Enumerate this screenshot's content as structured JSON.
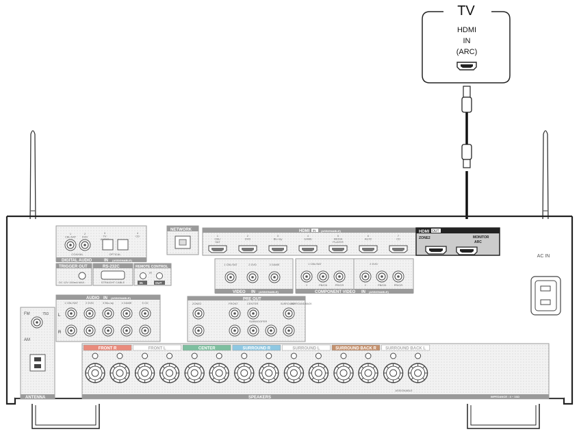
{
  "tv": {
    "title": "TV",
    "port_line1": "HDMI",
    "port_line2": "IN",
    "port_line3": "(ARC)"
  },
  "receiver": {
    "network": "NETWORK",
    "hdmi_in_header": "HDMI",
    "hdmi_in_tag": "IN",
    "hdmi_in_assignable": "(ASSIGNABLE)",
    "hdmi_inputs": [
      "1\nCBL/\nSAT",
      "2\nDVD",
      "3\nBlu-ray",
      "4\nGAME",
      "5\nMEDIA\nPLAYER",
      "6\nAUX2",
      "7\nCD"
    ],
    "hdmi_out_header": "HDMI",
    "hdmi_out_tag": "OUT",
    "zone2": "ZONE2",
    "monitor": "MONITOR",
    "arc": "ARC",
    "digital_audio": "DIGITAL AUDIO",
    "digital_audio_tag": "IN",
    "digital_audio_assignable": "(ASSIGNABLE)",
    "coaxial": "COAXIAL",
    "optical": "OPTICAL",
    "dig_labels": [
      "1\nCBL/SAT",
      "2\nDVD",
      "3\nTV\nAUDIO",
      "4\nCD"
    ],
    "trigger_out": "TRIGGER OUT",
    "trigger_sub": "DC 12V 150mA MAX.",
    "rs232c": "RS-232C",
    "straight_cable": "STRAIGHT CABLE",
    "remote_control": "REMOTE CONTROL",
    "remote_ir": "IR",
    "remote_in": "IN",
    "remote_out": "OUT",
    "video": "VIDEO",
    "video_tag": "IN",
    "video_assignable": "(ASSIGNABLE)",
    "video_labels": [
      "1 CBL/SAT",
      "2 DVD",
      "3 GAME"
    ],
    "component_video": "COMPONENT VIDEO",
    "component_tag": "IN",
    "component_assignable": "(ASSIGNABLE)",
    "component_labels": [
      "1 CBL/SAT",
      "2 DVD"
    ],
    "component_sub": [
      "Y",
      "PB/CB",
      "PR/CR"
    ],
    "audio": "AUDIO",
    "audio_tag": "IN",
    "audio_assignable": "(ASSIGNABLE)",
    "audio_labels": [
      "1 CBL/SAT",
      "2 DVD",
      "3 Blu-ray",
      "4 GAME",
      "5 CD"
    ],
    "pre_out": "PRE OUT",
    "pre_out_labels": [
      "ZONE2",
      "FRONT",
      "CENTER",
      "SURROUND",
      "SURROUND BACK"
    ],
    "subwoofer": "SUBWOOFER",
    "ac_in": "AC IN",
    "antenna": "ANTENNA",
    "fm": "FM",
    "fm_ohm": "75Ω",
    "am": "AM",
    "speakers": "SPEAKERS",
    "assignable": "ASSIGNABLE",
    "impedance": "IMPEDANCE : 4 ~ 16Ω",
    "speaker_groups": [
      {
        "label": "FRONT",
        "side": "R",
        "color": "#e98b7c"
      },
      {
        "label": "FRONT",
        "side": "L",
        "color": "#ffffff"
      },
      {
        "label": "CENTER",
        "side": "",
        "color": "#7dbf9f"
      },
      {
        "label": "SURROUND",
        "side": "R",
        "color": "#8ec8e2"
      },
      {
        "label": "SURROUND",
        "side": "L",
        "color": "#ffffff"
      },
      {
        "label": "SURROUND BACK",
        "side": "R",
        "color": "#c4906c"
      },
      {
        "label": "SURROUND BACK",
        "side": "L",
        "color": "#ffffff"
      }
    ]
  },
  "colors": {
    "frame": "#222222",
    "panel": "#f4f4f4",
    "section_border": "#9a9a9a",
    "hdmi_out_bg": "#cccccc",
    "cable": "#111111"
  }
}
